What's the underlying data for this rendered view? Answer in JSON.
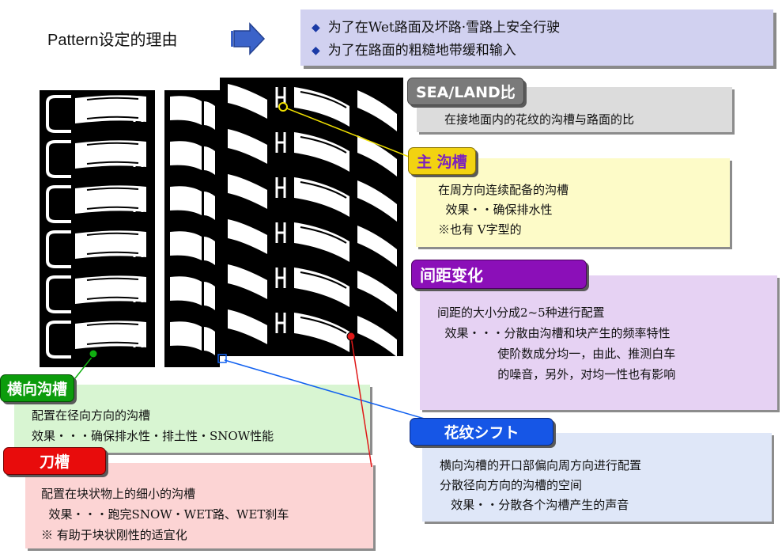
{
  "header": {
    "title": "Pattern设定的理由",
    "reasons": [
      "为了在Wet路面及坏路·雪路上安全行驶",
      "为了在路面的粗糙地带缓和输入"
    ]
  },
  "callouts": {
    "sea_land": {
      "label": "SEA/LAND比",
      "lines": [
        "在接地面内的花纹的沟槽与路面的比"
      ]
    },
    "main_groove": {
      "label": "主 沟槽",
      "lines": [
        "在周方向连续配备的沟槽",
        "  效果・・确保排水性",
        "※也有 V字型的"
      ]
    },
    "pitch": {
      "label": "间距变化",
      "lines": [
        "间距的大小分成2~5种进行配置",
        "  效果・・・分散由沟槽和块产生的频率特性",
        "                使阶数成分均一，由此、推测白车",
        "                的噪音，另外，对均一性也有影响"
      ]
    },
    "lateral": {
      "label": "横向沟槽",
      "lines": [
        "配置在径向方向的沟槽",
        "效果・・・确保排水性・排土性・SNOW性能"
      ]
    },
    "sipe": {
      "label": "刀槽",
      "lines": [
        "配置在块状物上的细小的沟槽",
        "  效果・・・跑完SNOW・WET路、WET刹车",
        "※ 有助于块状刚性的适宜化"
      ]
    },
    "shift": {
      "label": "花纹シフト",
      "lines": [
        "横向沟槽的开口部偏向周方向进行配置",
        "分散径向方向的沟槽的空间",
        "   效果・・分散各个沟槽产生的声音"
      ]
    }
  },
  "colors": {
    "header_box": "#d1d1f0",
    "arrow": "#3560c8",
    "diamond": "#1a3aa6",
    "sea_land_box": "#dcdcdc",
    "sea_land_label_bg": "#7a7a7a",
    "main_groove_box": "#fdfbc8",
    "main_groove_label_bg": "#f2d311",
    "main_groove_label_text": "#7a1fc0",
    "pitch_box": "#e6d2f3",
    "pitch_label_bg": "#8b0fb8",
    "lateral_box": "#d8f5d2",
    "lateral_label_bg": "#0c9c0c",
    "sipe_box": "#fcd4d4",
    "sipe_label_bg": "#e80c0c",
    "shift_box": "#dfe7f8",
    "shift_label_bg": "#1656e6",
    "leader_main": "#f0e000",
    "leader_lateral": "#10b010",
    "leader_shift": "#1060f0",
    "leader_sipe": "#e01818"
  },
  "icons": [
    "right-arrow-icon",
    "diamond-bullet-icon",
    "tire-tread-image"
  ]
}
